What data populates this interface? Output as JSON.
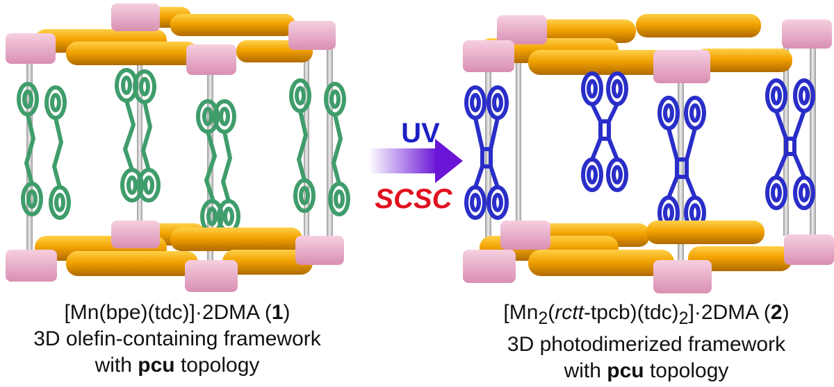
{
  "colors": {
    "node": "#e9a9c6",
    "linker": "#f0a100",
    "olefin": "#3f9d6b",
    "dimer": "#2a2ec8",
    "pillar": "#c9c9c9",
    "uv_text": "#1d1fc4",
    "scsc_text": "#e0101e",
    "arrow_start": "#ffffff",
    "arrow_end": "#6a14d6"
  },
  "icons": {
    "left_framework": "pcu-framework-olefin-icon",
    "right_framework": "pcu-framework-photodimerized-icon",
    "arrow": "right-arrow-icon"
  },
  "arrow": {
    "top_label": "UV",
    "bottom_label": "SCSC"
  },
  "left_caption": {
    "formula_pre": "[Mn(bpe)(tdc)]·2DMA (",
    "formula_num": "1",
    "formula_post": ")",
    "line2": "3D olefin-containing framework",
    "line3_pre": "with ",
    "line3_bold": "pcu",
    "line3_post": " topology"
  },
  "right_caption": {
    "f_a": "[Mn",
    "f_sub1": "2",
    "f_b": "(",
    "f_italic": "rctt",
    "f_c": "-tpcb)(tdc)",
    "f_sub2": "2",
    "f_d": "]·2DMA (",
    "f_num": "2",
    "f_e": ")",
    "line2": "3D photodimerized framework",
    "line3_pre": "with ",
    "line3_bold": "pcu",
    "line3_post": " topology"
  }
}
